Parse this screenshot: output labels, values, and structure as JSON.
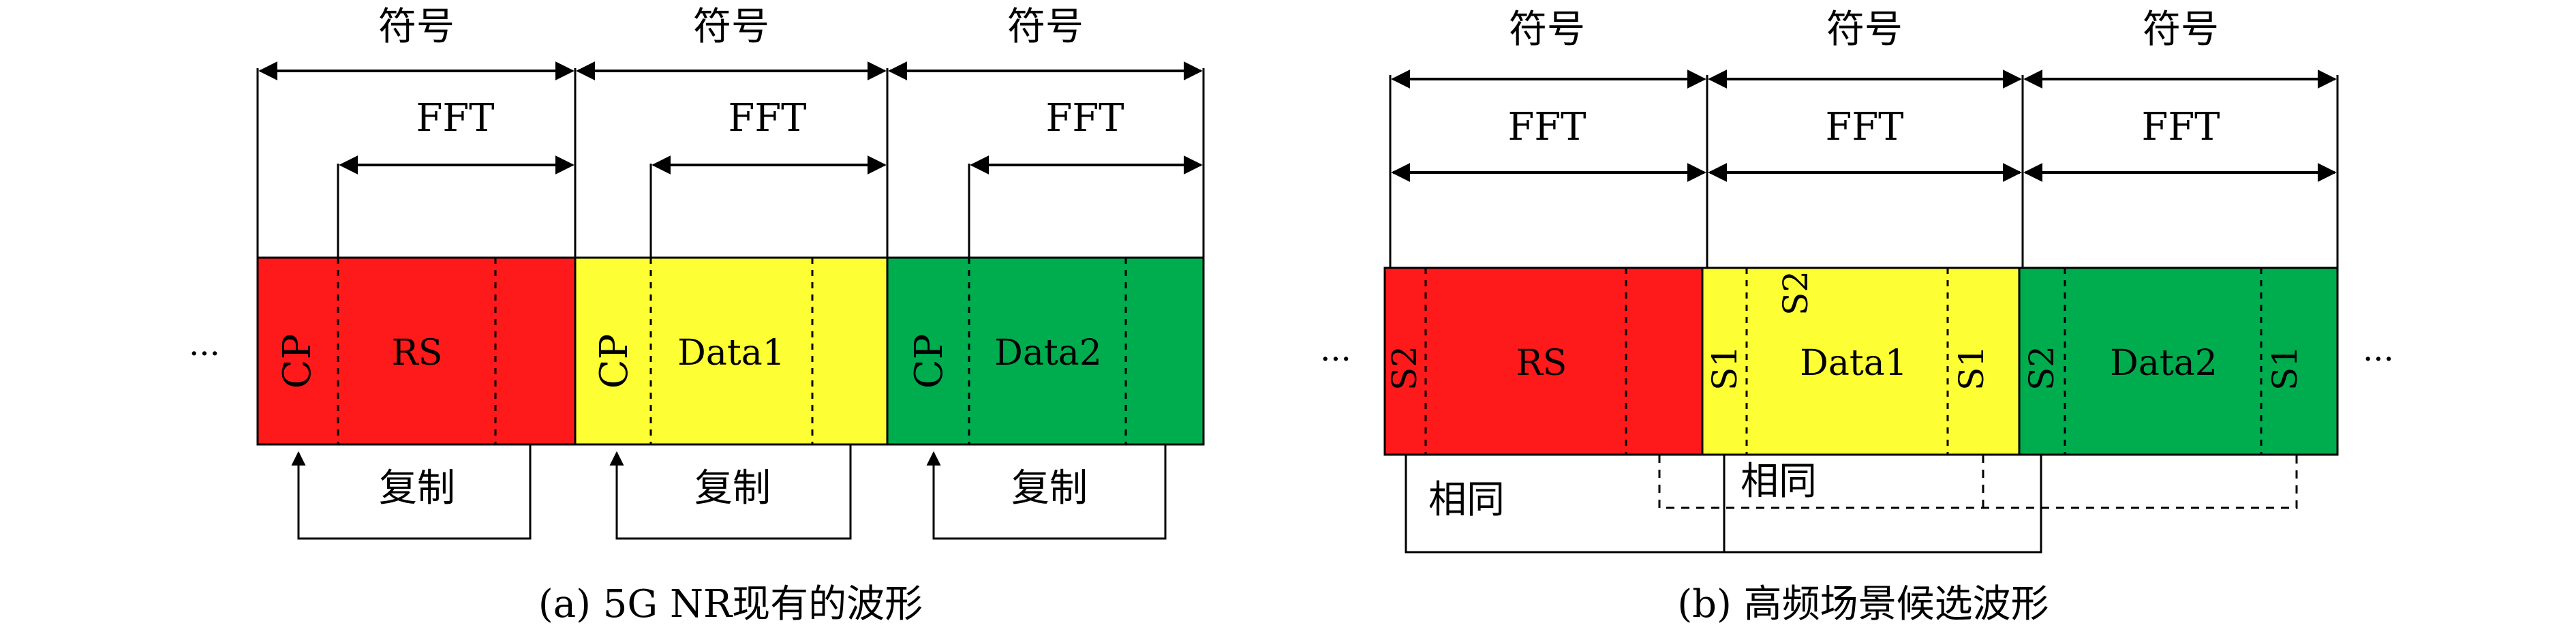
{
  "colors": {
    "red": "#FE1A1A",
    "yellow": "#FEFE34",
    "green": "#00AD4E",
    "stroke": "#000000"
  },
  "panel_a": {
    "caption": "(a) 5G NR现有的波形",
    "ellipsis_left": "···",
    "symbols": [
      {
        "label": "符号",
        "fft_label": "FFT",
        "cp_label": "CP",
        "block_label": "RS",
        "copy_label": "复制",
        "color": "red"
      },
      {
        "label": "符号",
        "fft_label": "FFT",
        "cp_label": "CP",
        "block_label": "Data1",
        "copy_label": "复制",
        "color": "yellow"
      },
      {
        "label": "符号",
        "fft_label": "FFT",
        "cp_label": "CP",
        "block_label": "Data2",
        "copy_label": "复制",
        "color": "green"
      }
    ]
  },
  "panel_b": {
    "caption": "(b) 高频场景候选波形",
    "ellipsis_left": "···",
    "ellipsis_right": "···",
    "symbols": [
      {
        "label": "符号",
        "fft_label": "FFT",
        "block_label": "RS",
        "left_tag": "S2",
        "right_tag": "",
        "color": "red"
      },
      {
        "label": "符号",
        "fft_label": "FFT",
        "block_label": "Data1",
        "left_tag": "S1",
        "top_tag": "S2",
        "right_tag": "S1",
        "color": "yellow"
      },
      {
        "label": "符号",
        "fft_label": "FFT",
        "block_label": "Data2",
        "left_tag": "S2",
        "right_tag": "S1",
        "color": "green"
      }
    ],
    "same_labels": [
      "相同",
      "相同"
    ]
  }
}
